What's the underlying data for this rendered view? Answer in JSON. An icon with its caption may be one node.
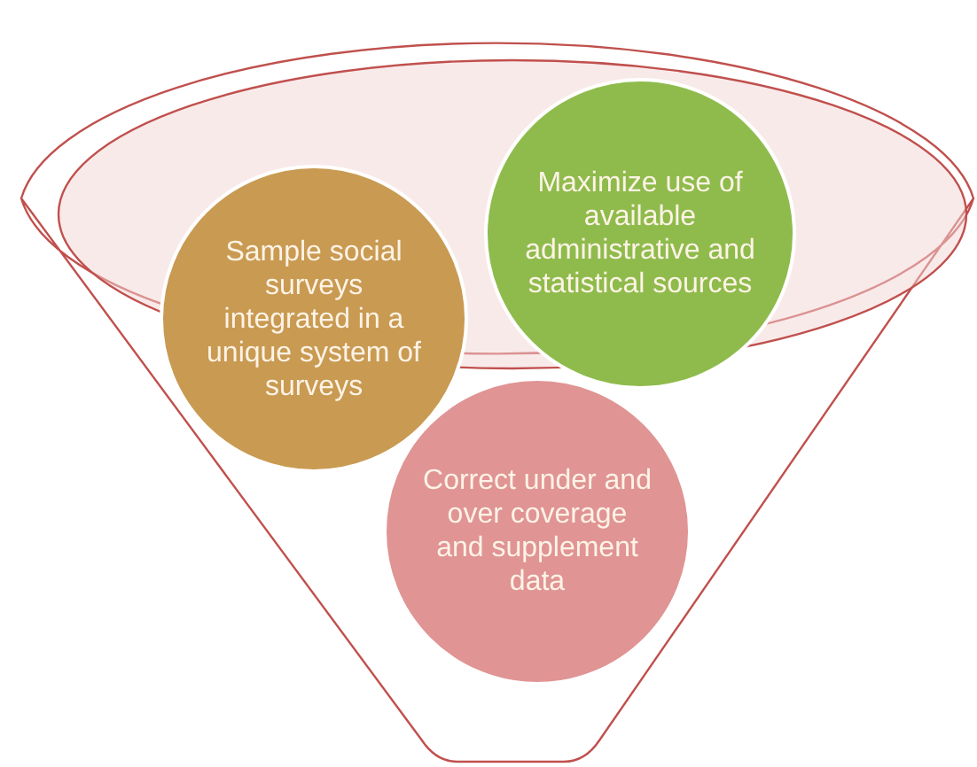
{
  "diagram": {
    "nodes": [
      {
        "text": [
          "Sample social surveys integrated in a unique system of surveys"
        ]
      },
      {
        "text": [
          "Maximize use of available administrative and statistical sources"
        ]
      },
      {
        "text": [
          "Correct under and over coverage and supplement data"
        ]
      }
    ]
  }
}
